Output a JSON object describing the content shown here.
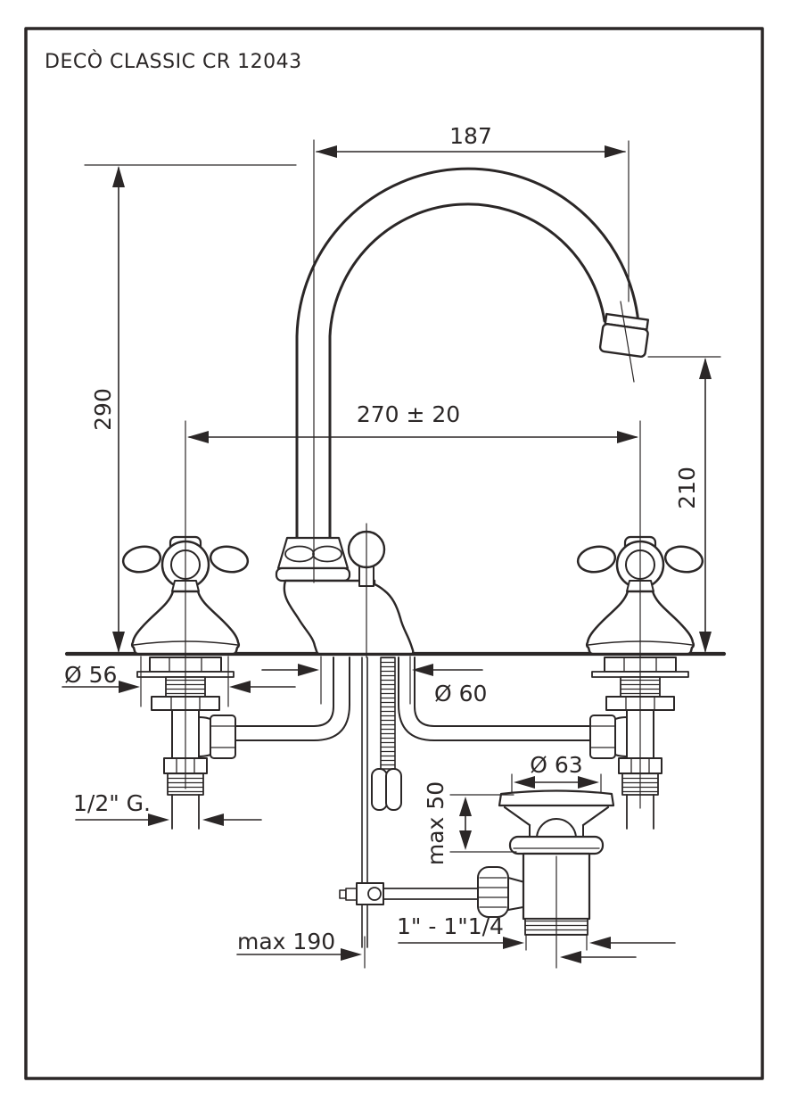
{
  "title": "DECÒ CLASSIC CR 12043",
  "ink_color": "#2b2727",
  "dimensions": {
    "spout_reach": "187",
    "total_height": "290",
    "inlet_spacing": "270 ± 20",
    "spout_outlet_height": "210",
    "handle_base_diameter": "Ø 56",
    "spout_base_diameter": "Ø 60",
    "drain_flange_diameter": "Ø 63",
    "max_deck_thickness": "max 50",
    "inlet_thread": "1/2\" G.",
    "popup_rod_max_depth": "max 190",
    "drain_thread": "1\" - 1\"1/4"
  }
}
